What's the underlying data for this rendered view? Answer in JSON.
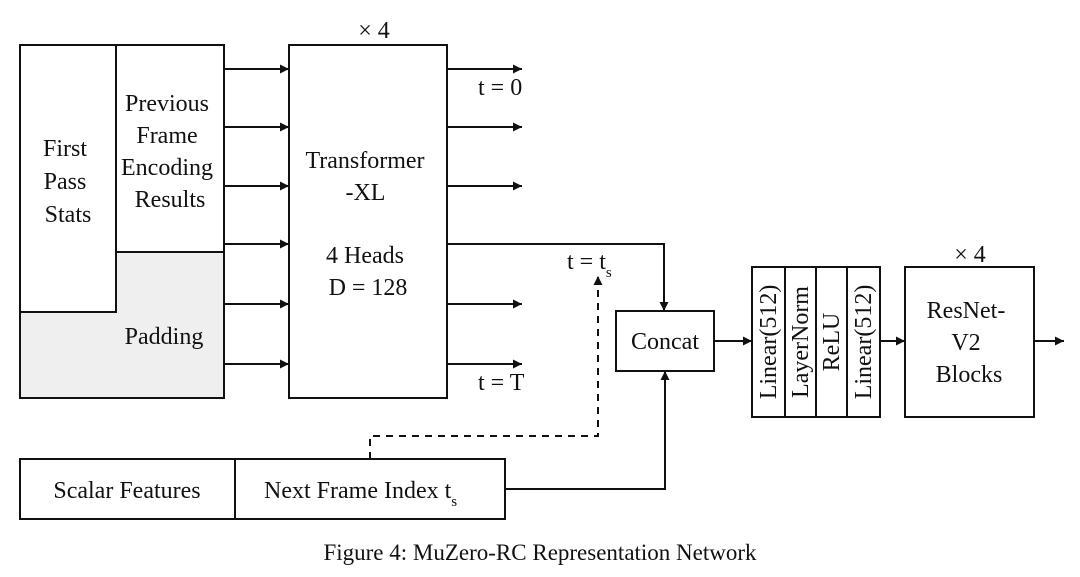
{
  "diagram": {
    "first_pass_lines": [
      "First",
      "Pass",
      "Stats"
    ],
    "prev_frame_lines": [
      "Previous",
      "Frame",
      "Encoding",
      "Results"
    ],
    "padding_label": "Padding",
    "transformer_repeat": "× 4",
    "transformer_lines": [
      "Transformer",
      "-XL",
      "",
      "4 Heads",
      "D = 128"
    ],
    "output_t0": "t = 0",
    "output_ts": {
      "main": "t = t",
      "sub": "s"
    },
    "output_tT": "t = T",
    "concat_label": "Concat",
    "mlp_layers": [
      "Linear(512)",
      "LayerNorm",
      "ReLU",
      "Linear(512)"
    ],
    "resnet_repeat": "× 4",
    "resnet_lines": [
      "ResNet-",
      "V2",
      "Blocks"
    ],
    "scalar_features_label": "Scalar Features",
    "next_frame_index": {
      "main": "Next Frame Index t",
      "sub": "s"
    }
  },
  "caption": "Figure 4: MuZero-RC Representation Network"
}
